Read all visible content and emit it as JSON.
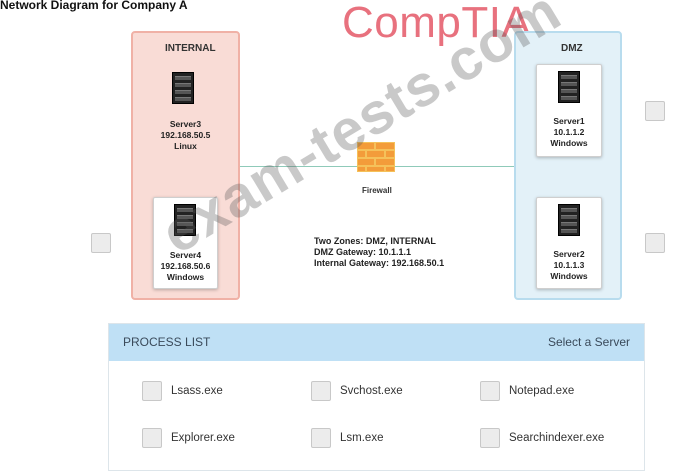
{
  "page_title": "Network Diagram for Company A",
  "brand": {
    "name": "CompTIA",
    "registered": "®"
  },
  "watermark": "exam-tests.com",
  "zones": {
    "internal": {
      "label": "INTERNAL",
      "servers": [
        {
          "name": "Server3",
          "ip": "192.168.50.5",
          "os": "Linux"
        },
        {
          "name": "Server4",
          "ip": "192.168.50.6",
          "os": "Windows"
        }
      ]
    },
    "dmz": {
      "label": "DMZ",
      "servers": [
        {
          "name": "Server1",
          "ip": "10.1.1.2",
          "os": "Windows"
        },
        {
          "name": "Server2",
          "ip": "10.1.1.3",
          "os": "Windows"
        }
      ]
    }
  },
  "firewall": {
    "label": "Firewall",
    "info": [
      "Two Zones: DMZ, INTERNAL",
      "DMZ Gateway: 10.1.1.1",
      "Internal Gateway: 192.168.50.1"
    ]
  },
  "process_list": {
    "title": "PROCESS LIST",
    "hint": "Select a Server",
    "items": [
      {
        "label": "Lsass.exe",
        "checked": false
      },
      {
        "label": "Svchost.exe",
        "checked": false
      },
      {
        "label": "Notepad.exe",
        "checked": false
      },
      {
        "label": "Explorer.exe",
        "checked": false
      },
      {
        "label": "Lsm.exe",
        "checked": false
      },
      {
        "label": "Searchindexer.exe",
        "checked": false
      }
    ]
  },
  "colors": {
    "brand": "#e8717e",
    "internal_zone": "#f9dcd6",
    "dmz_zone": "#e3f1f8",
    "process_header": "#bfe0f5",
    "link": "#8fcab9"
  }
}
